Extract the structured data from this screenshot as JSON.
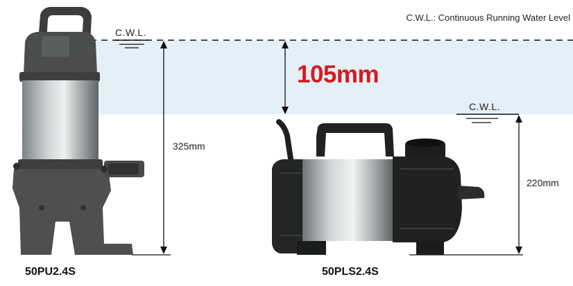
{
  "legend": "C.W.L.: Continuous Running Water Level",
  "left_pump": {
    "cwl_label": "C.W.L.",
    "height_label": "325mm",
    "model": "50PU2.4S"
  },
  "right_pump": {
    "cwl_label": "C.W.L.",
    "height_label": "220mm",
    "model": "50PLS2.4S"
  },
  "difference_label": "105mm",
  "colors": {
    "water_band": "#e4eff7",
    "difference_text": "#d71920",
    "lines": "#111111"
  }
}
